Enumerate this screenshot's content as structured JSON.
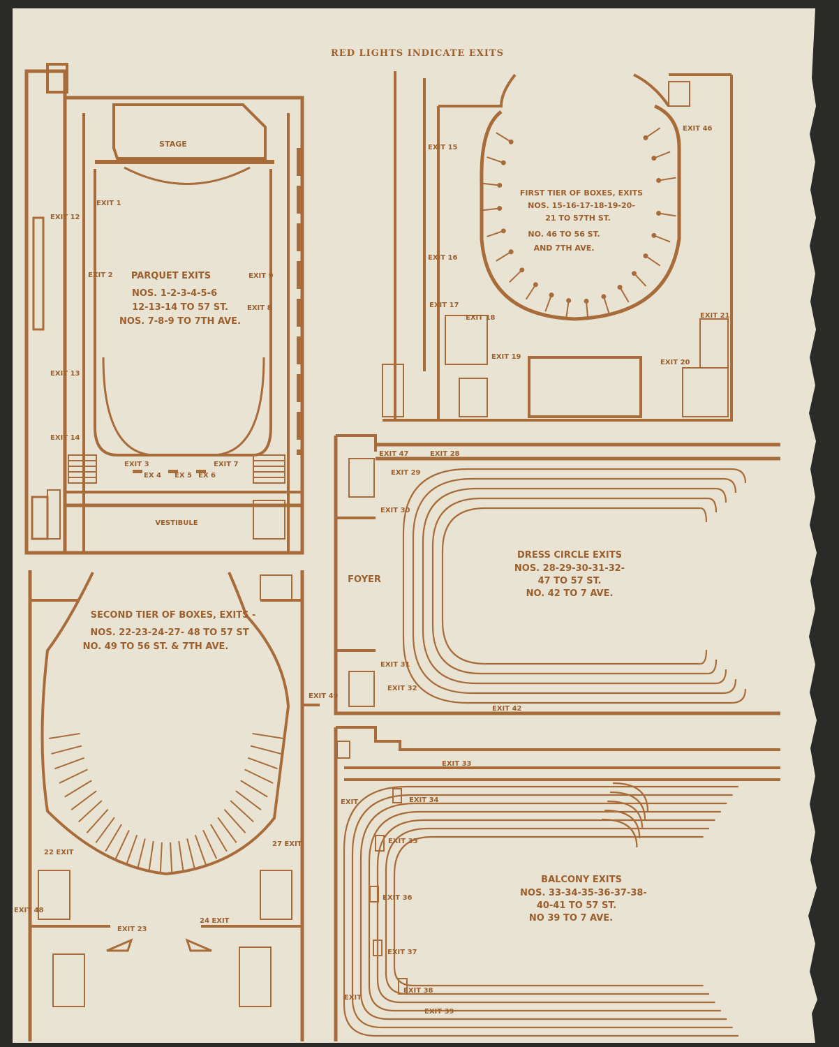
{
  "header": "RED LIGHTS INDICATE EXITS",
  "parquet": {
    "stage": "STAGE",
    "vestibule": "VESTIBULE",
    "title": "PARQUET EXITS",
    "line1": "NOS. 1-2-3-4-5-6",
    "line2": "12-13-14 TO 57 ST.",
    "line3": "NOS. 7-8-9 TO 7TH AVE.",
    "exits": [
      "EXIT 1",
      "EXIT 2",
      "EXIT 3",
      "EX 4",
      "EX 5",
      "EX 6",
      "EXIT 7",
      "EXIT 8",
      "EXIT 9",
      "EXIT 12",
      "EXIT 13",
      "EXIT 14"
    ]
  },
  "first_tier": {
    "title": "FIRST TIER OF BOXES, EXITS",
    "line1": "NOS. 15-16-17-18-19-20-",
    "line2": "21 TO 57TH ST.",
    "line3": "NO. 46 TO 56 ST.",
    "line4": "AND 7TH AVE.",
    "exits": [
      "EXIT 15",
      "EXIT 16",
      "EXIT 17",
      "EXIT 18",
      "EXIT 19",
      "EXIT 20",
      "EXIT 21",
      "EXIT 46"
    ]
  },
  "dress_circle": {
    "foyer": "FOYER",
    "title": "DRESS CIRCLE EXITS",
    "line1": "NOS. 28-29-30-31-32-",
    "line2": "47 TO 57 ST.",
    "line3": "NO. 42 TO 7 AVE.",
    "exits": [
      "EXIT 47",
      "EXIT 28",
      "EXIT 29",
      "EXIT 30",
      "EXIT 31",
      "EXIT 32",
      "EXIT 42"
    ]
  },
  "second_tier": {
    "title": "SECOND TIER OF BOXES, EXITS -",
    "line1": "NOS. 22-23-24-27- 48 TO 57 ST",
    "line2": "NO. 49 TO 56 ST. & 7TH AVE.",
    "exits": [
      "EXIT 49",
      "22 EXIT",
      "27 EXIT",
      "EXIT 48",
      "EXIT 23",
      "24 EXIT"
    ]
  },
  "balcony": {
    "title": "BALCONY EXITS",
    "line1": "NOS. 33-34-35-36-37-38-",
    "line2": "40-41 TO 57 ST.",
    "line3": "NO 39 TO 7 AVE.",
    "exits": [
      "EXIT 33",
      "EXIT 34",
      "EXIT 35",
      "EXIT 36",
      "EXIT 37",
      "EXIT 38",
      "EXIT 39",
      "EXIT",
      "EXIT"
    ]
  },
  "colors": {
    "paper": "#e9e3d3",
    "ink": "#a86c3a",
    "background": "#2a2a28"
  }
}
